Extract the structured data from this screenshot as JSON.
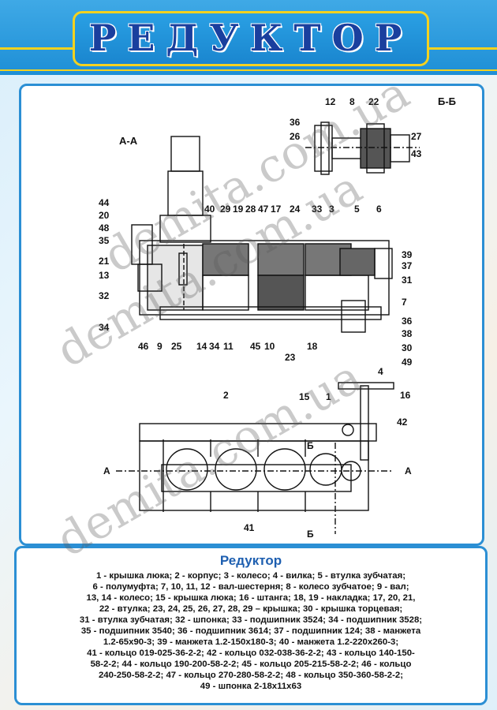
{
  "header": {
    "title": "РЕДУКТОР"
  },
  "drawing": {
    "section_aa": "А-А",
    "section_bb": "Б-Б",
    "callouts_top": [
      "12",
      "8",
      "22",
      "36",
      "26",
      "27",
      "43"
    ],
    "callouts_main": [
      "44",
      "20",
      "48",
      "35",
      "21",
      "13",
      "32",
      "34",
      "40",
      "29",
      "19",
      "28",
      "47",
      "17",
      "24",
      "33",
      "3",
      "5",
      "6",
      "39",
      "37",
      "31",
      "7",
      "36",
      "38",
      "30",
      "49",
      "46",
      "9",
      "25",
      "14",
      "34",
      "11",
      "45",
      "10",
      "23",
      "18"
    ],
    "callouts_bottom": [
      "4",
      "16",
      "2",
      "15",
      "1",
      "42",
      "41"
    ],
    "section_marks": {
      "b": "Б",
      "a": "А"
    }
  },
  "legend": {
    "title": "Редуктор",
    "text": "1 - крышка люка; 2 - корпус; 3 - колесо; 4 - вилка; 5 - втулка зубчатая;\n6 - полумуфта; 7, 10, 11, 12 - вал-шестерня; 8 - колесо зубчатое; 9 - вал;\n13, 14 - колесо; 15 - крышка люка; 16 - штанга; 18, 19 - накладка; 17, 20, 21,\n22 - втулка; 23, 24, 25, 26, 27, 28, 29 – крышка; 30 - крышка торцевая;\n31 - втулка зубчатая; 32 - шпонка; 33 - подшипник 3524; 34 - подшипник 3528;\n35 - подшипник 3540; 36 - подшипник 3614; 37 - подшипник 124; 38 - манжета\n1.2-65х90-3; 39 - манжета 1.2-150х180-3; 40 - манжета 1.2-220х260-3;\n41 - кольцо 019-025-36-2-2; 42 - кольцо 032-038-36-2-2; 43 - кольцо 140-150-\n58-2-2; 44 - кольцо 190-200-58-2-2; 45 - кольцо 205-215-58-2-2; 46 - кольцо\n240-250-58-2-2; 47 - кольцо 270-280-58-2-2; 48 - кольцо 350-360-58-2-2;\n49 - шпонка 2-18х11х63"
  },
  "watermark": "demita.com.ua"
}
